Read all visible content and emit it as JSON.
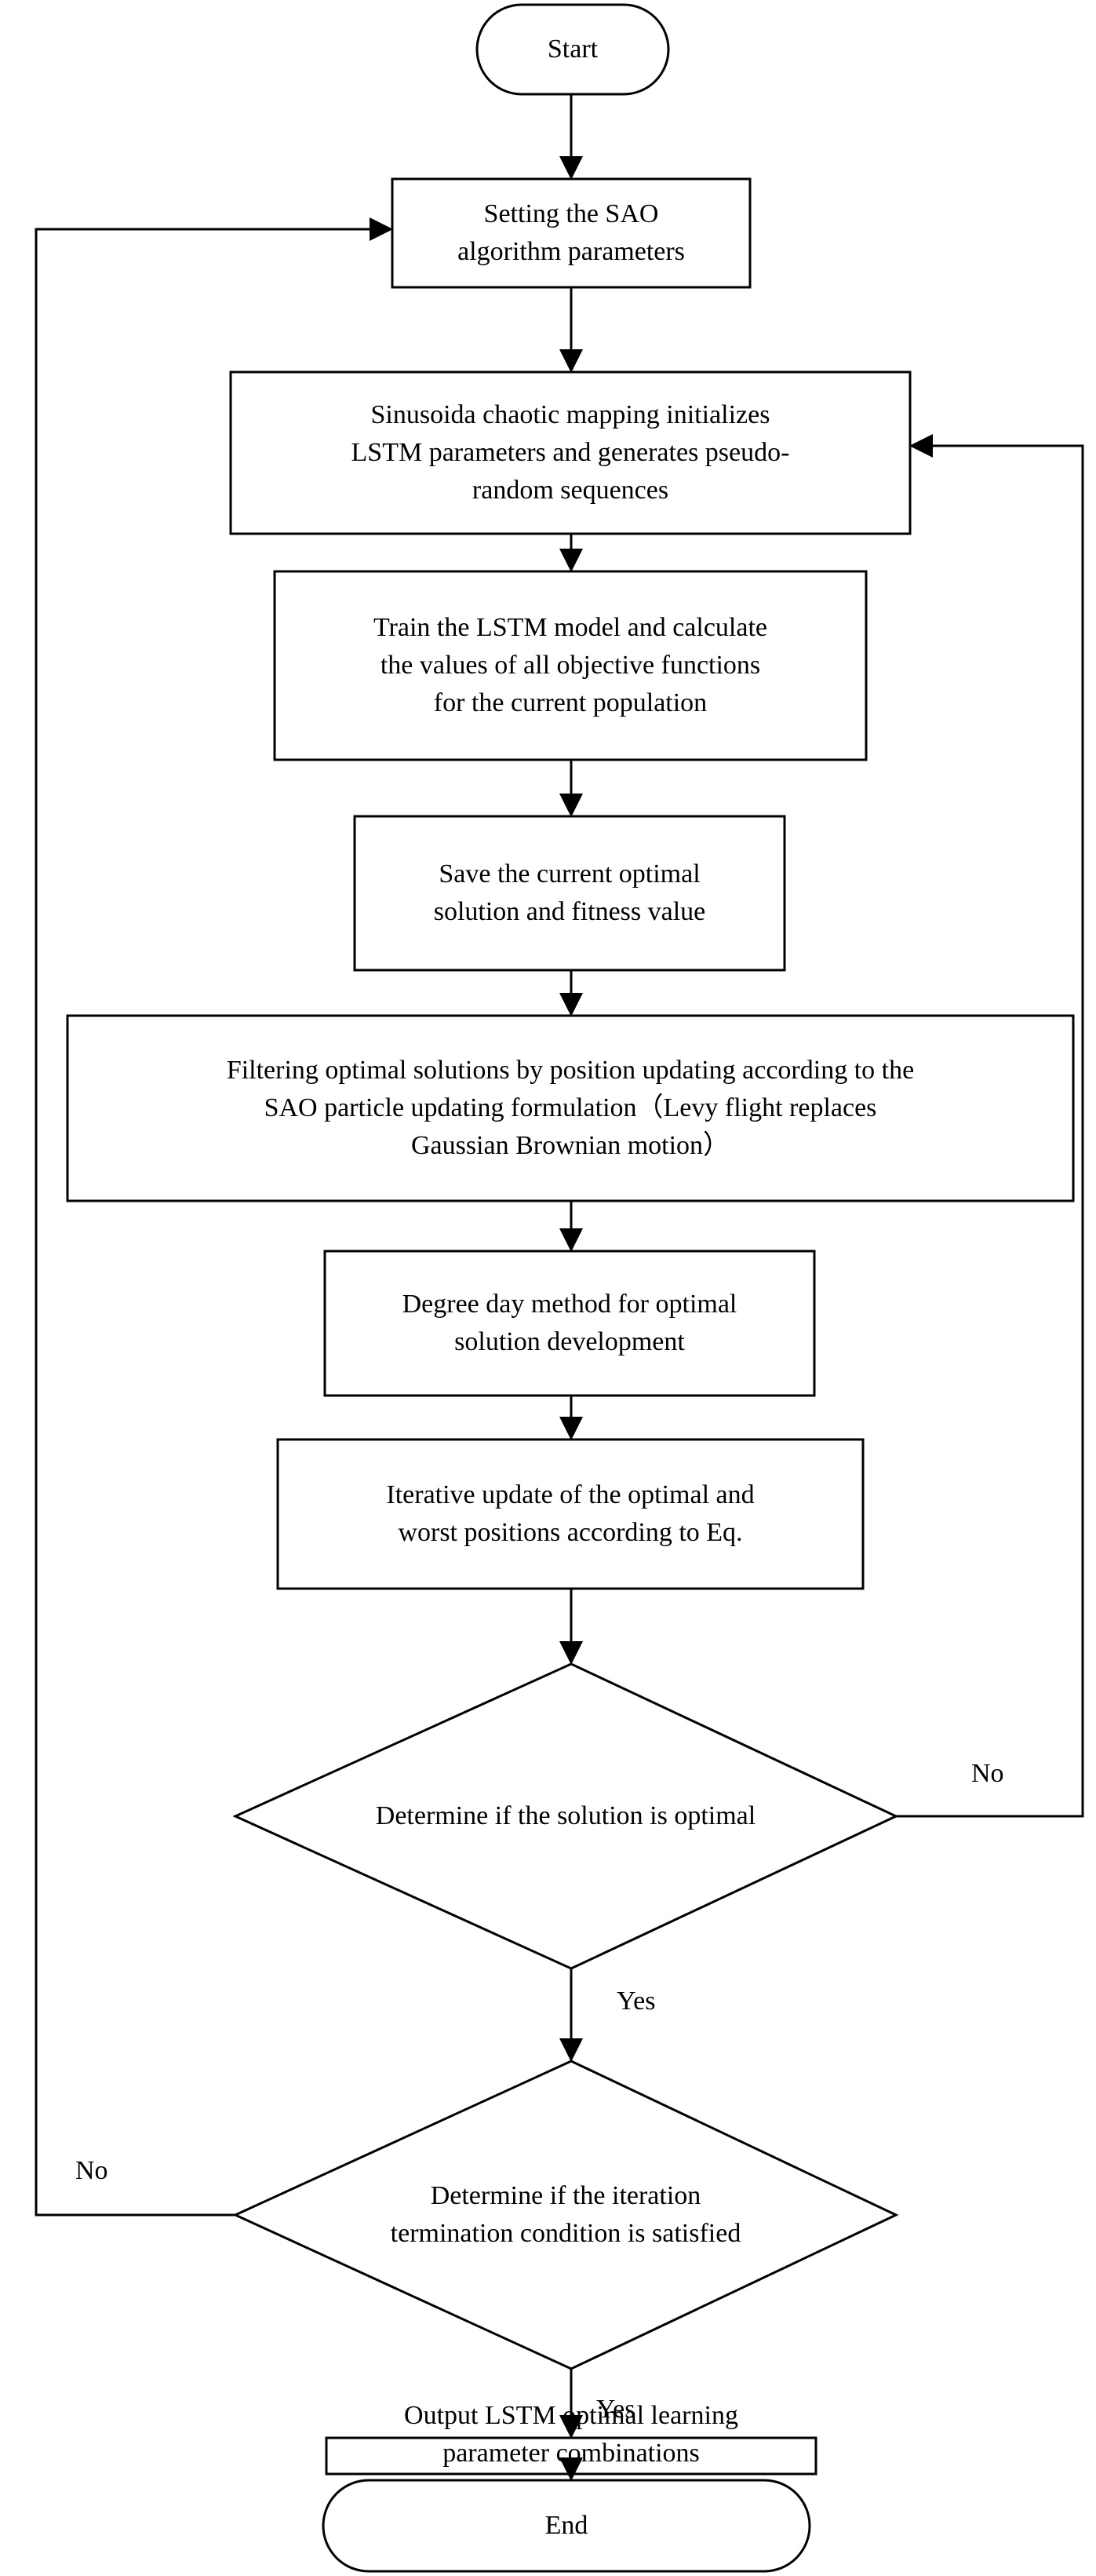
{
  "nodes": {
    "start": {
      "lines": [
        "Start"
      ]
    },
    "set_params": {
      "lines": [
        "Setting the SAO",
        "algorithm parameters"
      ]
    },
    "init_sinusoidal": {
      "lines": [
        "Sinusoida chaotic mapping initializes",
        "LSTM parameters and generates pseudo-",
        "random sequences"
      ]
    },
    "train_lstm": {
      "lines": [
        "Train the LSTM model and calculate",
        "the values of all objective functions",
        "for the current population"
      ]
    },
    "save_optimal": {
      "lines": [
        "Save the current optimal",
        "solution and fitness value"
      ]
    },
    "filter_update": {
      "lines": [
        "Filtering optimal solutions by position updating according to the",
        "SAO particle updating formulation（Levy flight replaces",
        "Gaussian Brownian motion）"
      ]
    },
    "degree_day": {
      "lines": [
        "Degree day method for optimal",
        "solution development"
      ]
    },
    "iterative_update": {
      "lines": [
        "Iterative update of the optimal and",
        "worst positions according to Eq."
      ]
    },
    "decision_optimal": {
      "lines": [
        "Determine if the solution is optimal"
      ]
    },
    "decision_termination": {
      "lines": [
        "Determine if the iteration",
        "termination condition is satisfied"
      ]
    },
    "output": {
      "lines": [
        "Output LSTM optimal learning",
        "parameter combinations"
      ]
    },
    "end": {
      "lines": [
        "End"
      ]
    }
  },
  "edge_labels": {
    "optimal_no": "No",
    "optimal_yes": "Yes",
    "termination_no": "No",
    "termination_yes": "Yes"
  }
}
